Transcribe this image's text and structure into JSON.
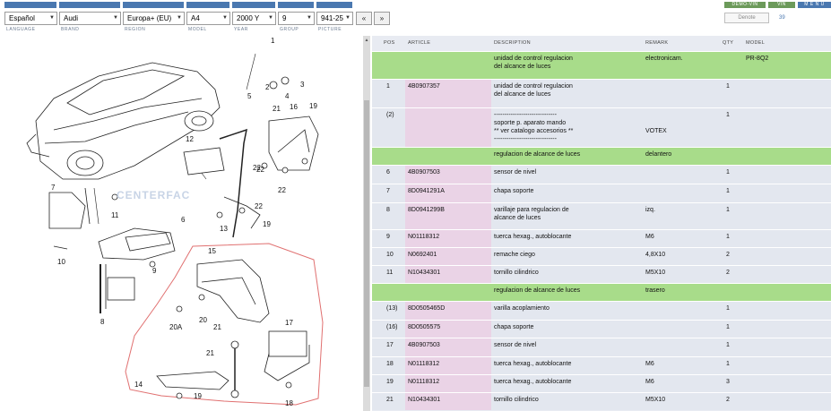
{
  "selectors": {
    "language": "Español",
    "brand": "Audi",
    "region": "Europa+ (EU)",
    "model": "A4",
    "year": "2000",
    "year_suffix": "Y",
    "group": "9",
    "picture": "941-25"
  },
  "selector_labels": {
    "language": "LANGUAGE",
    "brand": "BRAND",
    "region": "REGION",
    "model": "MODEL",
    "year": "YEAR",
    "group": "GROUP",
    "picture": "PICTURE"
  },
  "nav": {
    "prev": "«",
    "next": "»"
  },
  "top_buttons": {
    "demo": "DEMO-VIN",
    "vin": "VIN",
    "menu": "M E N U"
  },
  "denote_label": "Denote",
  "count": "39",
  "watermark": "CENTERFAC",
  "table": {
    "headers": {
      "pos": "POS",
      "article": "ARTICLE",
      "description": "DESCRIPTION",
      "remark": "REMARK",
      "qty": "QTY",
      "model": "MODEL"
    },
    "rows": [
      {
        "type": "group",
        "pos": "",
        "article": "",
        "description": "unidad de control regulacion\ndel alcance de luces",
        "remark": "electronicam.",
        "qty": "",
        "model": "PR-8Q2"
      },
      {
        "type": "plain",
        "pos": "1",
        "article": "4B0907357",
        "description": "unidad de control regulacion\ndel alcance de luces",
        "remark": "",
        "qty": "1",
        "model": ""
      },
      {
        "type": "plain",
        "pos": "(2)",
        "article": "",
        "description": "------------------------------\nsoporte p. aparato mando\n** ver catalogo accesorios  **\n------------------------------",
        "remark": "\n\nVOTEX",
        "qty": "1",
        "model": ""
      },
      {
        "type": "group",
        "pos": "",
        "article": "",
        "description": "regulacion de alcance de luces",
        "remark": "delantero",
        "qty": "",
        "model": ""
      },
      {
        "type": "plain",
        "pos": "6",
        "article": "4B0907503",
        "description": "sensor de nivel",
        "remark": "",
        "qty": "1",
        "model": ""
      },
      {
        "type": "plain",
        "pos": "7",
        "article": "8D0941291A",
        "description": "chapa soporte",
        "remark": "",
        "qty": "1",
        "model": ""
      },
      {
        "type": "plain",
        "pos": "8",
        "article": "8D0941299B",
        "description": "varillaje para regulacion de\nalcance de luces",
        "remark": "izq.",
        "qty": "1",
        "model": ""
      },
      {
        "type": "plain",
        "pos": "9",
        "article": "N01118312",
        "description": "tuerca hexag., autoblocante",
        "remark": "M6",
        "qty": "1",
        "model": ""
      },
      {
        "type": "plain",
        "pos": "10",
        "article": "N0692401",
        "description": "remache ciego",
        "remark": "4,8X10",
        "qty": "2",
        "model": ""
      },
      {
        "type": "plain",
        "pos": "11",
        "article": "N10434301",
        "description": "tornillo cilindrico",
        "remark": "M5X10",
        "qty": "2",
        "model": ""
      },
      {
        "type": "group",
        "pos": "",
        "article": "",
        "description": "regulacion de alcance de luces",
        "remark": "trasero",
        "qty": "",
        "model": ""
      },
      {
        "type": "plain",
        "pos": "(13)",
        "article": "8D0505465D",
        "description": "varilla acoplamiento",
        "remark": "",
        "qty": "1",
        "model": ""
      },
      {
        "type": "plain",
        "pos": "(16)",
        "article": "8D0505575",
        "description": "chapa soporte",
        "remark": "",
        "qty": "1",
        "model": ""
      },
      {
        "type": "plain",
        "pos": "17",
        "article": "4B0907503",
        "description": "sensor de nivel",
        "remark": "",
        "qty": "1",
        "model": ""
      },
      {
        "type": "plain",
        "pos": "18",
        "article": "N01118312",
        "description": "tuerca hexag., autoblocante",
        "remark": "M6",
        "qty": "1",
        "model": ""
      },
      {
        "type": "plain",
        "pos": "19",
        "article": "N01118312",
        "description": "tuerca hexag., autoblocante",
        "remark": "M6",
        "qty": "3",
        "model": ""
      },
      {
        "type": "plain",
        "pos": "21",
        "article": "N10434301",
        "description": "tornillo cilindrico",
        "remark": "M5X10",
        "qty": "2",
        "model": ""
      }
    ]
  },
  "diagram": {
    "callouts": [
      "1",
      "2",
      "3",
      "4",
      "5",
      "6",
      "7",
      "8",
      "9",
      "10",
      "11",
      "12",
      "13",
      "14",
      "15",
      "16",
      "17",
      "18",
      "19",
      "19",
      "19",
      "20",
      "20A",
      "21",
      "21",
      "21",
      "22",
      "22",
      "22",
      "22"
    ]
  }
}
